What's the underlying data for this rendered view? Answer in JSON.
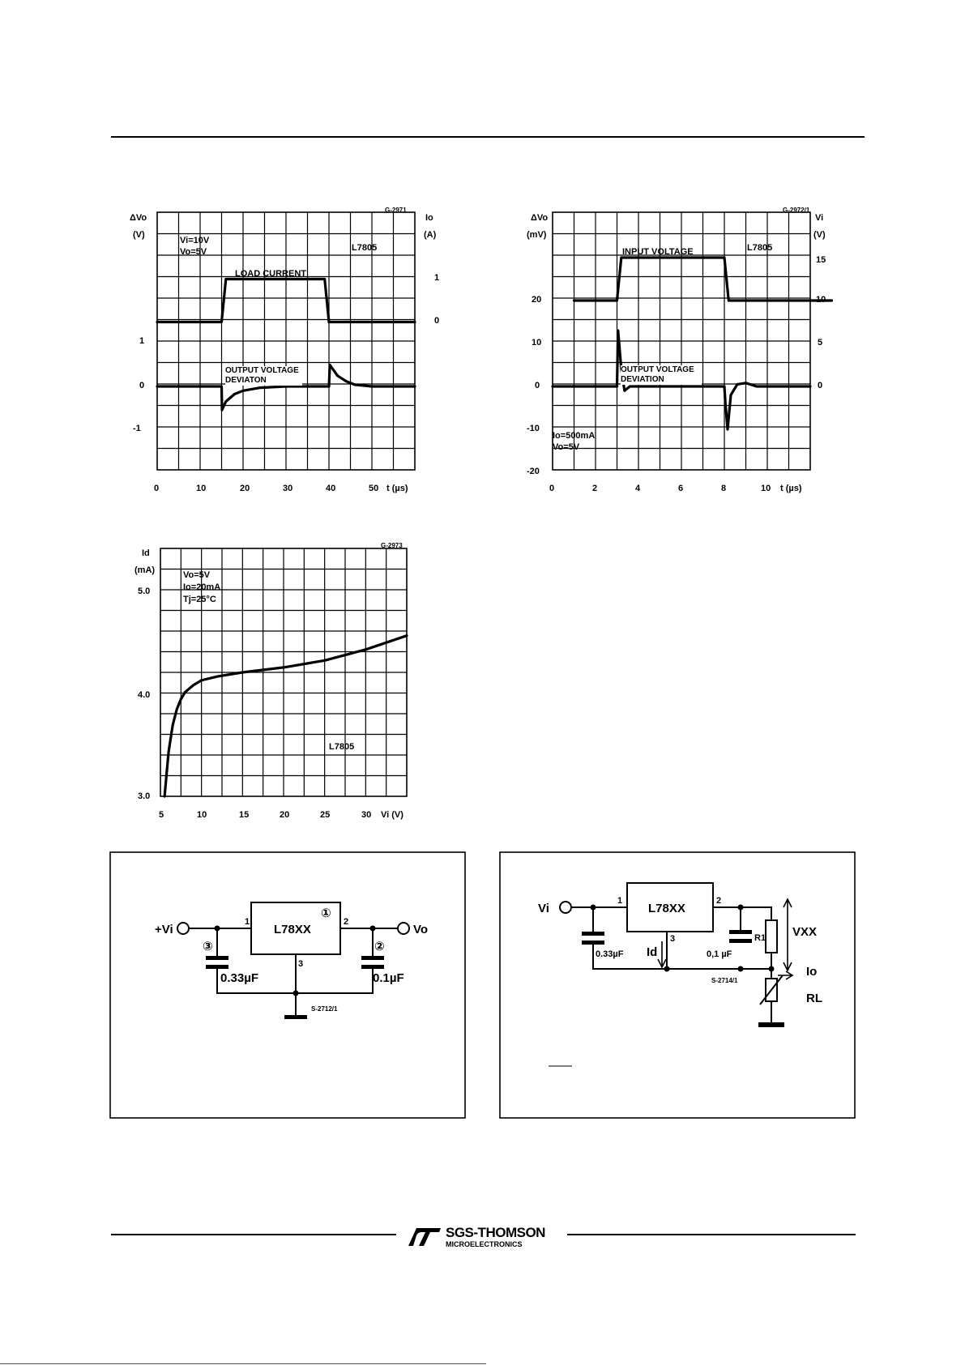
{
  "logo": {
    "company": "SGS-THOMSON",
    "division": "MICROELECTRONICS"
  },
  "chart_data": [
    {
      "type": "line",
      "code": "G-2971",
      "device": "L7805",
      "conditions": [
        "Vi=10V",
        "Vo=5V"
      ],
      "series": [
        {
          "name": "LOAD CURRENT",
          "axis": "right",
          "x": [
            0,
            15,
            16,
            39,
            40,
            60
          ],
          "y": [
            0,
            0,
            1,
            1,
            0,
            0
          ]
        },
        {
          "name": "OUTPUT VOLTAGE DEVIATON",
          "axis": "left",
          "x": [
            0,
            15,
            15.1,
            16,
            18,
            20,
            24,
            30,
            39,
            40,
            40.2,
            42,
            44,
            46,
            50,
            60
          ],
          "y": [
            0,
            0,
            -0.55,
            -0.35,
            -0.18,
            -0.1,
            -0.03,
            0,
            0,
            0,
            0.5,
            0.25,
            0.12,
            0.04,
            0,
            0
          ]
        }
      ],
      "x_ticks": [
        "0",
        "10",
        "20",
        "30",
        "40",
        "50",
        "t (µs)"
      ],
      "left_ticks": [
        "1",
        "0",
        "-1"
      ],
      "right_ticks": [
        "1",
        "0"
      ],
      "left_unit_symbol": "ΔVo",
      "left_unit": "(V)",
      "right_unit_symbol": "Io",
      "right_unit": "(A)",
      "xlim": [
        0,
        60
      ]
    },
    {
      "type": "line",
      "code": "G-2972/1",
      "device": "L7805",
      "conditions": [
        "Io=500mA",
        "Vo=5V"
      ],
      "series": [
        {
          "name": "INPUT VOLTAGE",
          "axis": "right",
          "x": [
            1,
            3,
            3.2,
            8,
            8.2,
            13
          ],
          "y": [
            10,
            10,
            15,
            15,
            10,
            10
          ]
        },
        {
          "name": "OUTPUT VOLTAGE DEVIATION",
          "axis": "left",
          "x": [
            0,
            3,
            3.05,
            3.2,
            3.35,
            3.6,
            4,
            5,
            7.8,
            8,
            8.05,
            8.15,
            8.3,
            8.6,
            9,
            9.5,
            12
          ],
          "y": [
            0,
            0,
            13,
            4,
            -1,
            0,
            0,
            0,
            0,
            0,
            -4,
            -10,
            -2,
            0.5,
            0.8,
            0,
            0
          ]
        }
      ],
      "x_ticks": [
        "0",
        "2",
        "4",
        "6",
        "8",
        "10",
        "t (µs)"
      ],
      "left_ticks": [
        "20",
        "10",
        "0",
        "-10",
        "-20"
      ],
      "right_ticks": [
        "15",
        "10",
        "5",
        "0"
      ],
      "left_unit_symbol": "ΔVo",
      "left_unit": "(mV)",
      "right_unit_symbol": "Vi",
      "right_unit": "(V)",
      "xlim": [
        0,
        12
      ]
    },
    {
      "type": "line",
      "code": "G-2973",
      "device": "L7805",
      "conditions": [
        "Vo=5V",
        "Io=20mA",
        "Tj=25°C"
      ],
      "series": [
        {
          "name": "",
          "x": [
            5.5,
            6,
            6.5,
            7,
            7.5,
            8,
            9,
            10,
            12,
            15,
            20,
            25,
            30,
            35
          ],
          "y": [
            3.0,
            3.45,
            3.72,
            3.88,
            3.98,
            4.05,
            4.12,
            4.17,
            4.21,
            4.25,
            4.3,
            4.37,
            4.48,
            4.62
          ]
        }
      ],
      "x_ticks": [
        "5",
        "10",
        "15",
        "20",
        "25",
        "30",
        "Vi (V)"
      ],
      "y_ticks": [
        "5.0",
        "4.0",
        "3.0"
      ],
      "y_unit_symbol": "Id",
      "y_unit": "(mA)",
      "xlim": [
        5,
        35
      ],
      "ylim": [
        3.0,
        5.5
      ]
    }
  ],
  "circuit1": {
    "code": "S-2712/1",
    "ic": "L78XX",
    "ic_mark": "①",
    "vin": "+Vi",
    "vout": "Vo",
    "pin1": "1",
    "pin2": "2",
    "pin3": "3",
    "cin": "0.33µF",
    "cin_mark": "③",
    "cout": "0.1µF",
    "cout_mark": "②"
  },
  "circuit2": {
    "code": "S-2714/1",
    "ic": "L78XX",
    "vin": "Vi",
    "pin1": "1",
    "pin2": "2",
    "pin3": "3",
    "cin": "0.33µF",
    "cout": "0,1 µF",
    "r1": "R1",
    "vxx": "VXX",
    "io": "Io",
    "rl": "RL",
    "id": "Id"
  }
}
